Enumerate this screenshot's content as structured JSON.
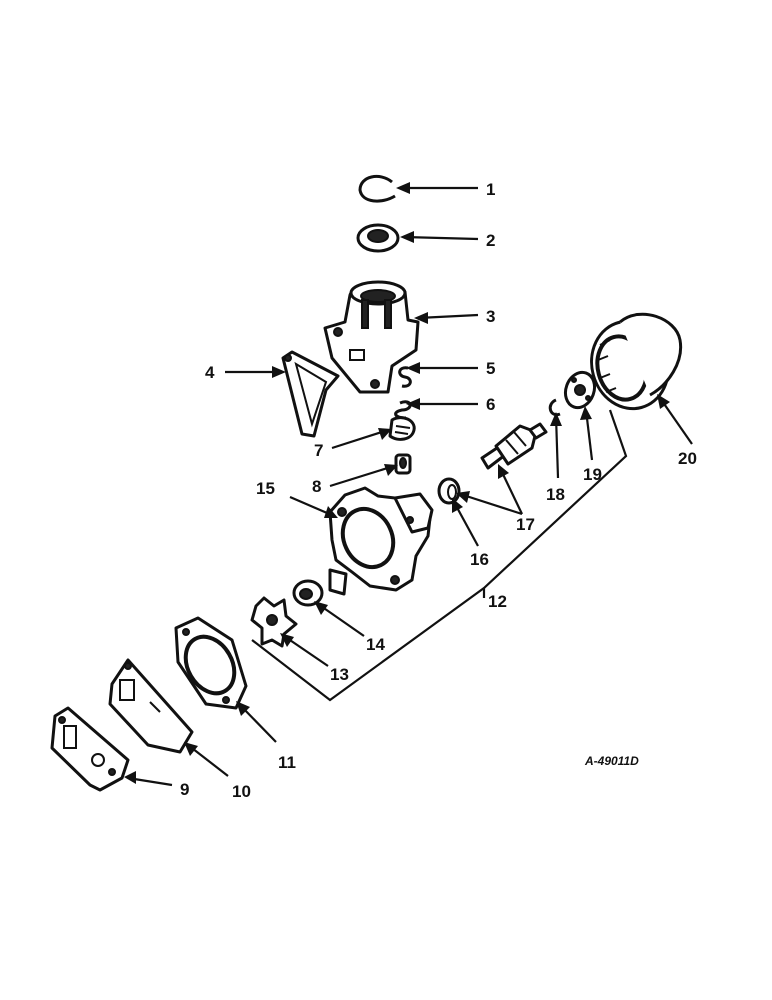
{
  "diagram": {
    "reference_code": "A-49011D",
    "callouts": [
      {
        "id": "1",
        "label": "1"
      },
      {
        "id": "2",
        "label": "2"
      },
      {
        "id": "3",
        "label": "3"
      },
      {
        "id": "4",
        "label": "4"
      },
      {
        "id": "5",
        "label": "5"
      },
      {
        "id": "6",
        "label": "6"
      },
      {
        "id": "7",
        "label": "7"
      },
      {
        "id": "8",
        "label": "8"
      },
      {
        "id": "9",
        "label": "9"
      },
      {
        "id": "10",
        "label": "10"
      },
      {
        "id": "11",
        "label": "11"
      },
      {
        "id": "12",
        "label": "12"
      },
      {
        "id": "13",
        "label": "13"
      },
      {
        "id": "14",
        "label": "14"
      },
      {
        "id": "15",
        "label": "15"
      },
      {
        "id": "16",
        "label": "16"
      },
      {
        "id": "17",
        "label": "17"
      },
      {
        "id": "18",
        "label": "18"
      },
      {
        "id": "19",
        "label": "19"
      },
      {
        "id": "20",
        "label": "20"
      }
    ]
  }
}
